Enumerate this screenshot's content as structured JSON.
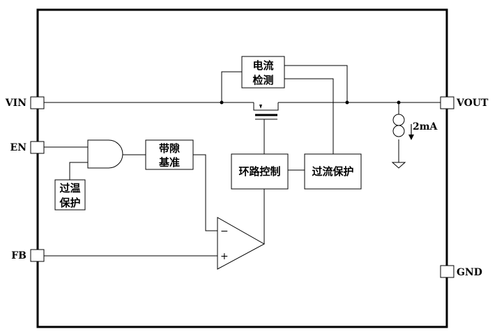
{
  "pins": {
    "vin": "VIN",
    "en": "EN",
    "fb": "FB",
    "vout": "VOUT",
    "gnd": "GND"
  },
  "blocks": {
    "current_sense": [
      "电流",
      "检测"
    ],
    "bandgap": [
      "带隙",
      "基准"
    ],
    "thermal": [
      "过温",
      "保护"
    ],
    "loop_control": "环路控制",
    "overcurrent": "过流保护"
  },
  "current_source_label": "2mA",
  "opamp": {
    "minus": "−",
    "plus": "+"
  }
}
